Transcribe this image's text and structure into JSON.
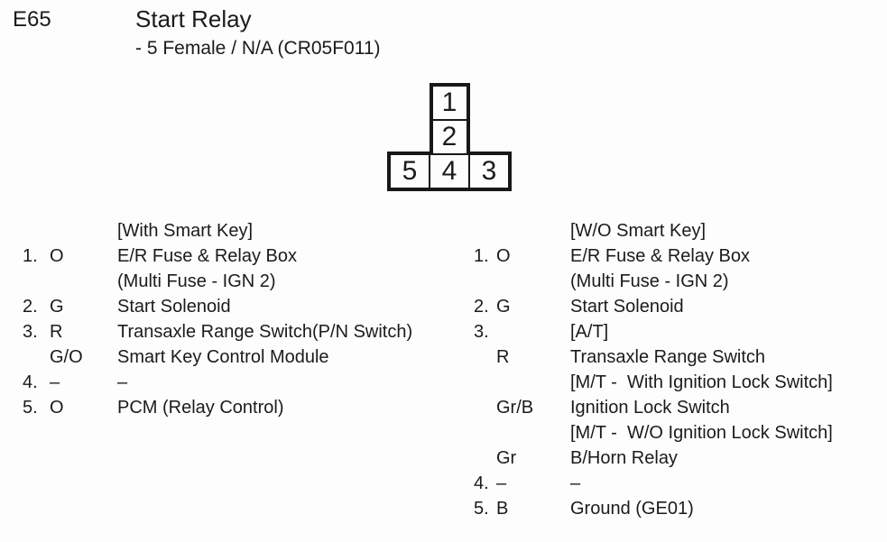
{
  "header": {
    "connector_id": "E65",
    "title": "Start Relay",
    "subtitle": "- 5 Female / N/A (CR05F011)"
  },
  "connector_diagram": {
    "top_column_pins": [
      "1",
      "2"
    ],
    "bottom_row_pins": [
      "5",
      "4",
      "3"
    ]
  },
  "pinouts": {
    "left": {
      "rows": [
        {
          "pin": "",
          "color": "",
          "desc": "[With Smart Key]"
        },
        {
          "pin": "1.",
          "color": "O",
          "desc": "E/R Fuse & Relay Box"
        },
        {
          "pin": "",
          "color": "",
          "desc": "(Multi Fuse - IGN 2)"
        },
        {
          "pin": "2.",
          "color": "G",
          "desc": "Start Solenoid"
        },
        {
          "pin": "3.",
          "color": "R",
          "desc": "Transaxle Range Switch(P/N Switch)"
        },
        {
          "pin": "",
          "color": "G/O",
          "desc": "Smart Key Control Module"
        },
        {
          "pin": "4.",
          "color": "–",
          "desc": "–"
        },
        {
          "pin": "5.",
          "color": "O",
          "desc": "PCM (Relay Control)"
        }
      ]
    },
    "right": {
      "rows": [
        {
          "pin": "",
          "color": "",
          "desc": "[W/O Smart Key]"
        },
        {
          "pin": "1.",
          "color": "O",
          "desc": "E/R Fuse & Relay Box"
        },
        {
          "pin": "",
          "color": "",
          "desc": "(Multi Fuse - IGN 2)"
        },
        {
          "pin": "2.",
          "color": "G",
          "desc": "Start Solenoid"
        },
        {
          "pin": "3.",
          "color": "",
          "desc": "[A/T]"
        },
        {
          "pin": "",
          "color": "R",
          "desc": "Transaxle Range Switch"
        },
        {
          "pin": "",
          "color": "",
          "desc": "[M/T -  With Ignition Lock Switch]"
        },
        {
          "pin": "",
          "color": "Gr/B",
          "desc": "Ignition Lock Switch"
        },
        {
          "pin": "",
          "color": "",
          "desc": "[M/T -  W/O Ignition Lock Switch]"
        },
        {
          "pin": "",
          "color": "Gr",
          "desc": "B/Horn Relay"
        },
        {
          "pin": "4.",
          "color": "–",
          "desc": "–"
        },
        {
          "pin": "5.",
          "color": "B",
          "desc": "Ground (GE01)"
        }
      ]
    }
  },
  "colors": {
    "text": "#1b1b1b",
    "background": "#fdfdfd",
    "line": "#181818"
  }
}
